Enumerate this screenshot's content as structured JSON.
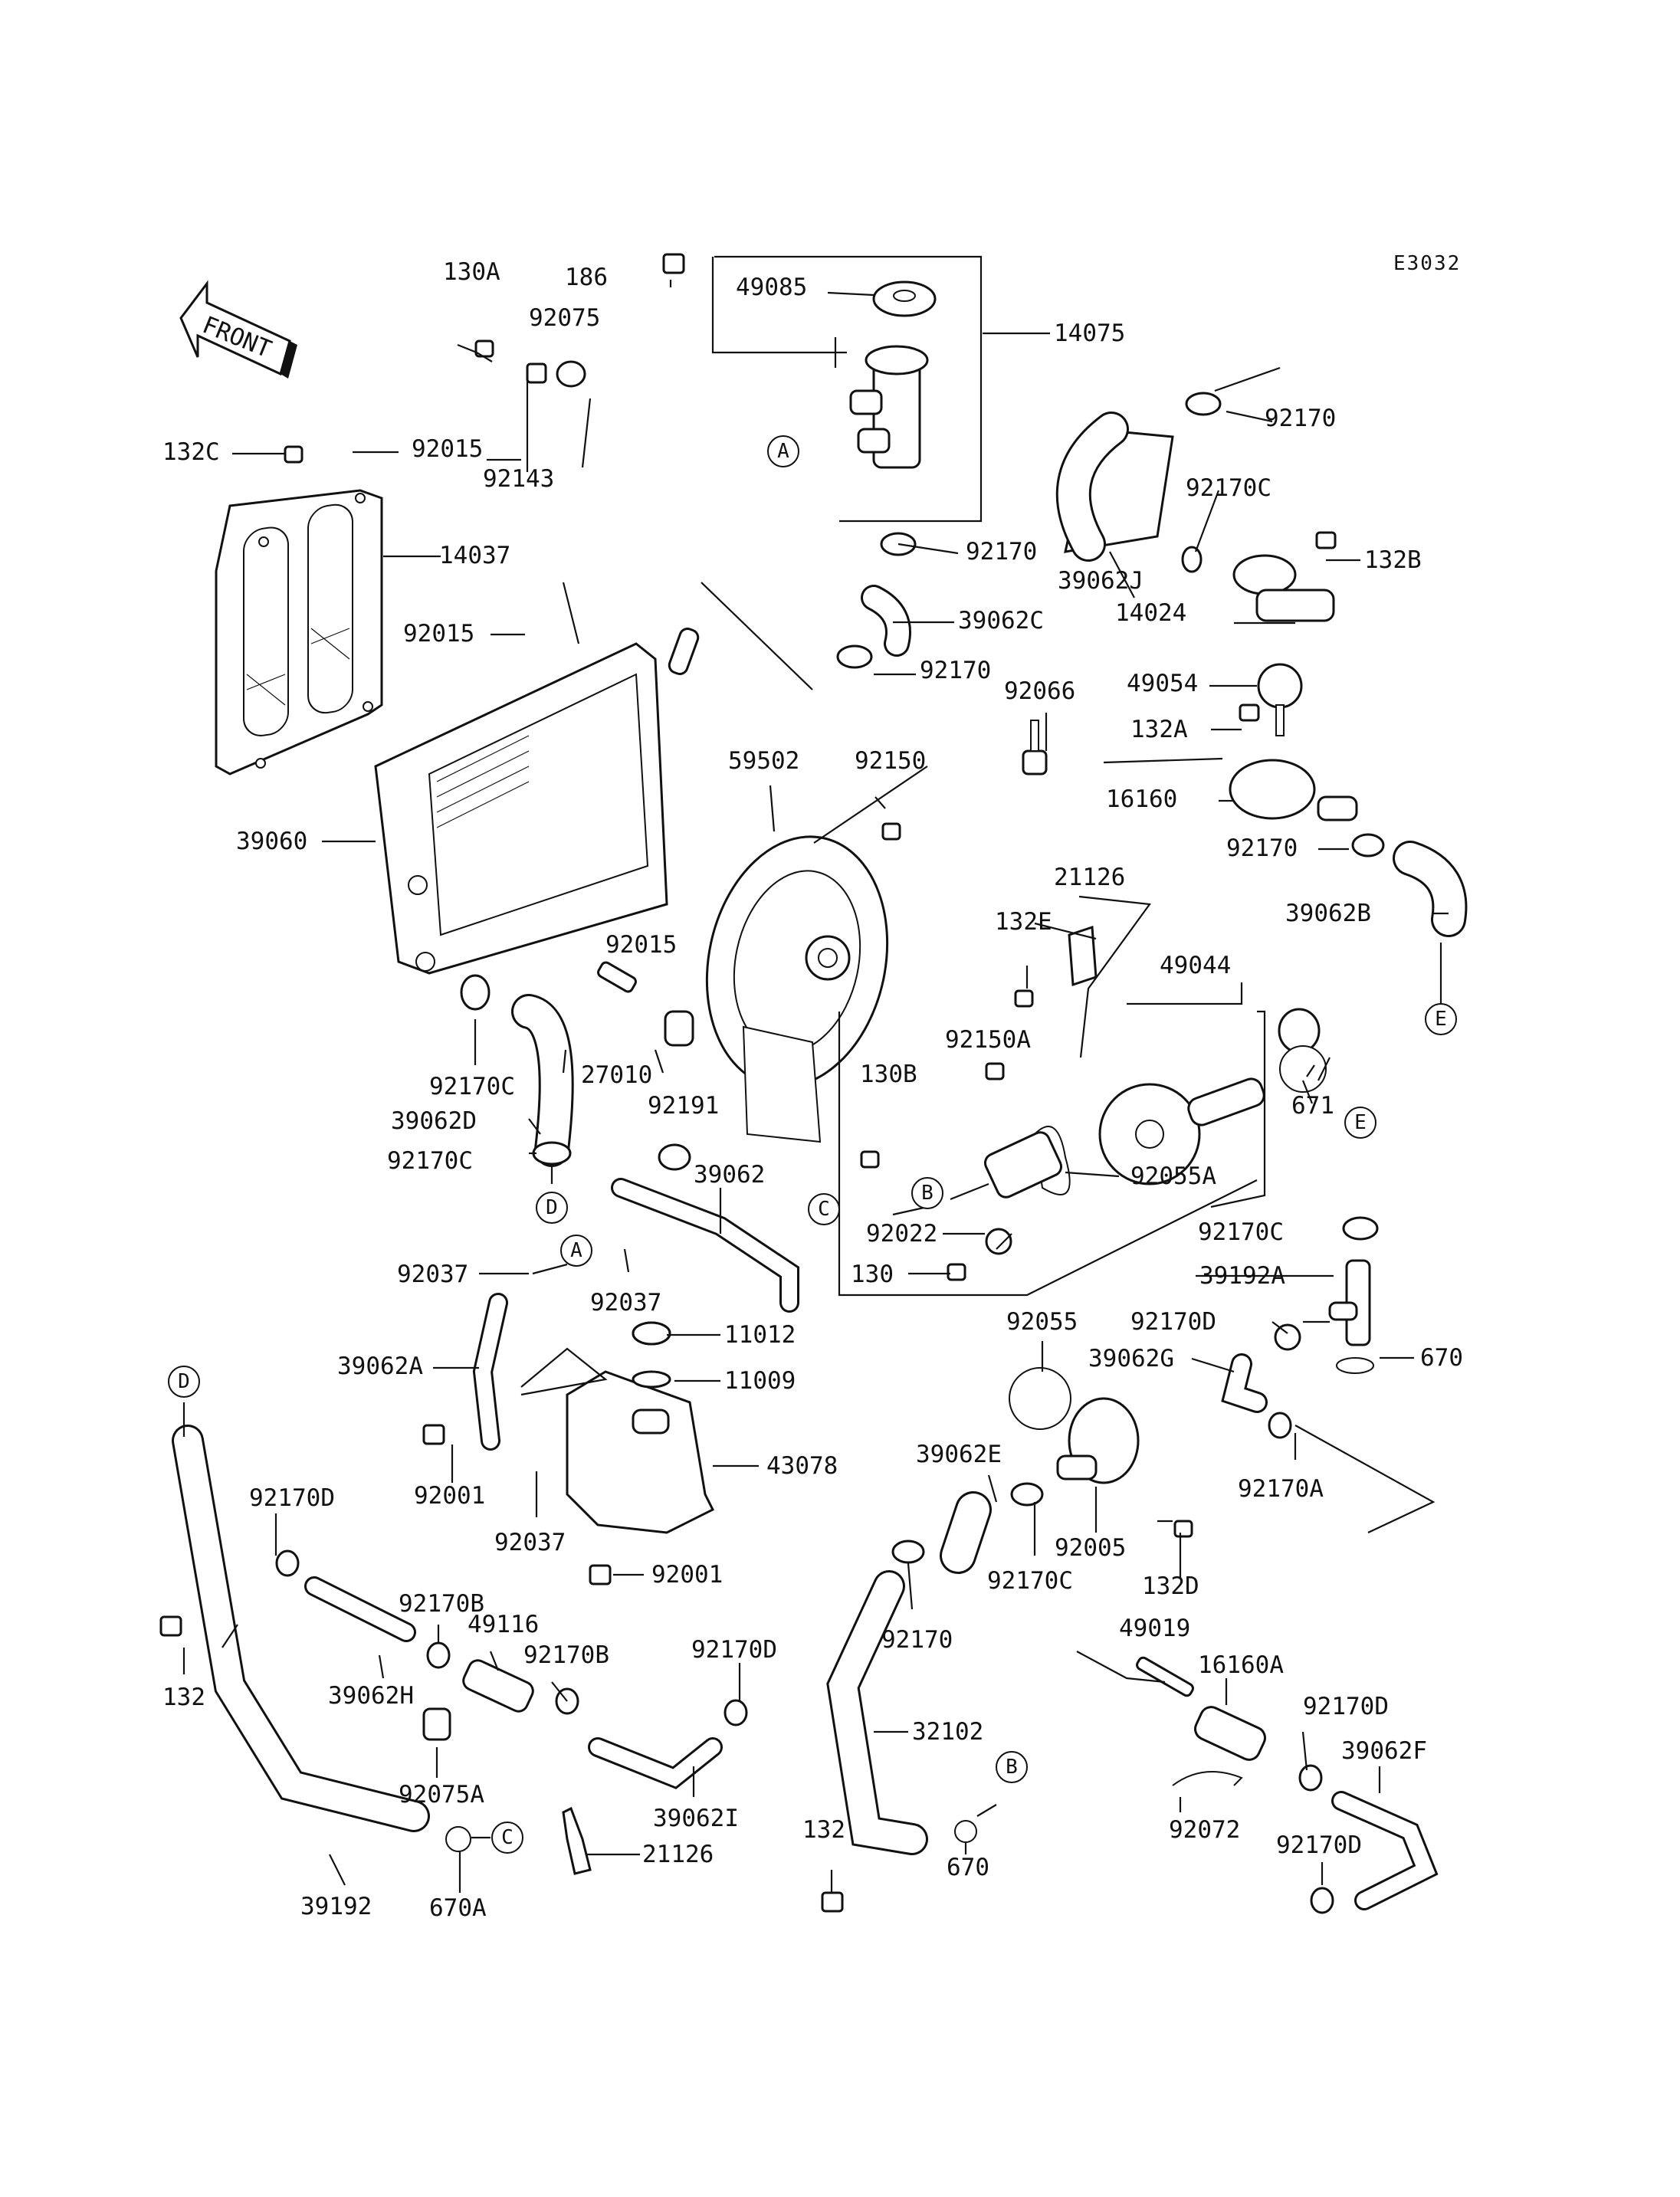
{
  "diagram_code": "E3032",
  "front_label": "FRONT",
  "callouts": [
    "A",
    "B",
    "C",
    "D",
    "E"
  ],
  "parts": {
    "p186": "186",
    "p49085": "49085",
    "p14075": "14075",
    "p130A": "130A",
    "p92075": "92075",
    "p92143": "92143",
    "p132C": "132C",
    "p92015a": "92015",
    "p92015b": "92015",
    "p92015c": "92015",
    "p14037": "14037",
    "p92170a": "92170",
    "p92170b": "92170",
    "p92170c": "92170",
    "p92170d": "92170",
    "p92170e": "92170",
    "p39062C": "39062C",
    "p92170Ca": "92170C",
    "p92170Cb": "92170C",
    "p92170Cc": "92170C",
    "p92170Cd": "92170C",
    "p92170Ce": "92170C",
    "p39062J": "39062J",
    "p132B": "132B",
    "p14024": "14024",
    "p49054": "49054",
    "p92066": "92066",
    "p132A": "132A",
    "p16160": "16160",
    "p39062B": "39062B",
    "p39060": "39060",
    "p59502": "59502",
    "p92150": "92150",
    "p21126a": "21126",
    "p21126b": "21126",
    "p132E": "132E",
    "p49044": "49044",
    "p27010": "27010",
    "p92191": "92191",
    "p39062D": "39062D",
    "p92150A": "92150A",
    "p130B": "130B",
    "p671": "671",
    "p92055A": "92055A",
    "p92022": "92022",
    "p130": "130",
    "p39062": "39062",
    "p92037a": "92037",
    "p92037b": "92037",
    "p92037c": "92037",
    "p11012": "11012",
    "p11009": "11009",
    "p39062A": "39062A",
    "p43078": "43078",
    "p92001a": "92001",
    "p92001b": "92001",
    "p39192A": "39192A",
    "p92170Da": "92170D",
    "p92170Db": "92170D",
    "p92170Dc": "92170D",
    "p92170Dd": "92170D",
    "p92170De": "92170D",
    "p39062G": "39062G",
    "p670a": "670",
    "p670b": "670",
    "p670A": "670A",
    "p92055": "92055",
    "p92170A": "92170A",
    "p39062E": "39062E",
    "p92005": "92005",
    "p132D": "132D",
    "p132a": "132",
    "p132b": "132",
    "p92170Ba": "92170B",
    "p92170Bb": "92170B",
    "p49116": "49116",
    "p39062H": "39062H",
    "p92075A": "92075A",
    "p39062I": "39062I",
    "p32102": "32102",
    "p49019": "49019",
    "p16160A": "16160A",
    "p39062F": "39062F",
    "p92072": "92072",
    "p39192": "39192"
  }
}
